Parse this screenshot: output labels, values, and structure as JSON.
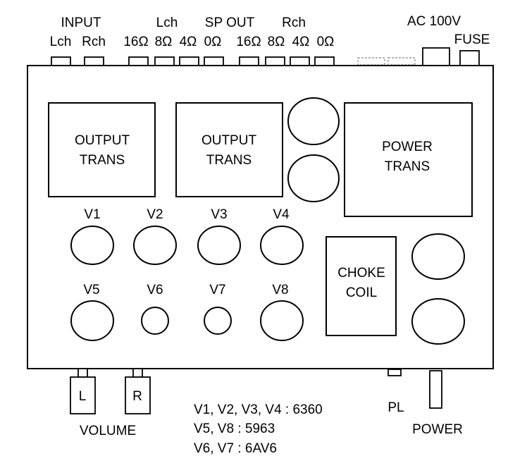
{
  "rear_panel": {
    "input": {
      "title": "INPUT",
      "lch": "Lch",
      "rch": "Rch"
    },
    "sp_out": {
      "lch": "Lch",
      "title": "SP OUT",
      "rch": "Rch",
      "taps_l": [
        "16Ω",
        "8Ω",
        "4Ω",
        "0Ω"
      ],
      "taps_r": [
        "16Ω",
        "8Ω",
        "4Ω",
        "0Ω"
      ]
    },
    "ac": "AC 100V",
    "fuse": "FUSE"
  },
  "chassis": {
    "output_trans_l": [
      "OUTPUT",
      "TRANS"
    ],
    "output_trans_r": [
      "OUTPUT",
      "TRANS"
    ],
    "power_trans": [
      "POWER",
      "TRANS"
    ],
    "choke_coil": [
      "CHOKE",
      "COIL"
    ],
    "tubes_top": [
      "V1",
      "V2",
      "V3",
      "V4"
    ],
    "tubes_bottom": [
      "V5",
      "V6",
      "V7",
      "V8"
    ]
  },
  "front_panel": {
    "vol_l": "L",
    "vol_r": "R",
    "volume": "VOLUME",
    "pl": "PL",
    "power": "POWER"
  },
  "legend": [
    "V1, V2, V3, V4 : 6360",
    "V5, V8 : 5963",
    "V6, V7 : 6AV6"
  ]
}
